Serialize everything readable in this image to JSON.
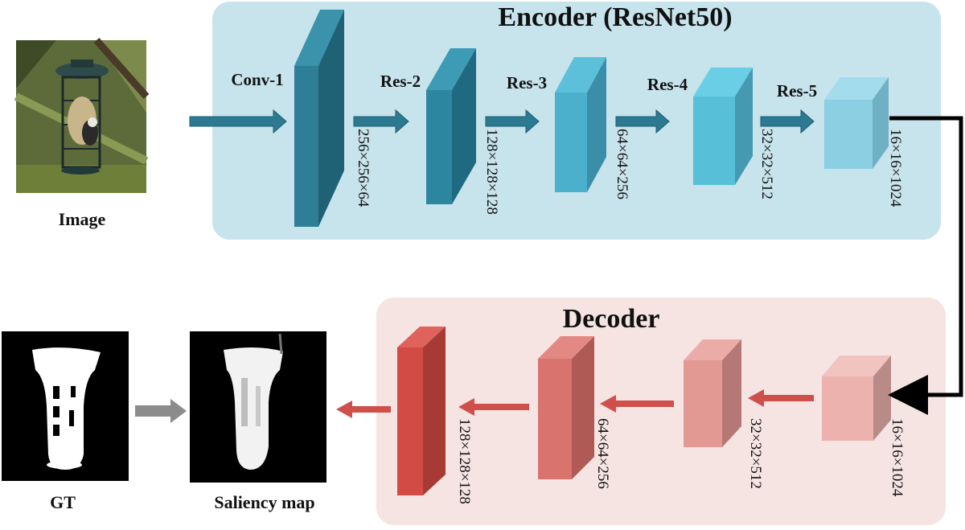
{
  "encoder": {
    "title": "Encoder (ResNet50)",
    "panel_color": "#c7e3ec",
    "stage_labels": [
      "Conv-1",
      "Res-2",
      "Res-3",
      "Res-4",
      "Res-5"
    ],
    "dims": [
      "256×256×64",
      "128×128×128",
      "64×64×256",
      "32×32×512",
      "16×16×1024"
    ]
  },
  "decoder": {
    "title": "Decoder",
    "panel_color": "#f6e4e2",
    "dims": [
      "128×128×128",
      "64×64×256",
      "32×32×512",
      "16×16×1024"
    ]
  },
  "input": {
    "label": "Image"
  },
  "outputs": {
    "gt_label": "GT",
    "saliency_label": "Saliency map"
  },
  "colors": {
    "encoder_arrow": "#2b7a91",
    "decoder_arrow": "#cf4f4b",
    "gray_arrow": "#8c8c8c",
    "connector": "#000000"
  }
}
